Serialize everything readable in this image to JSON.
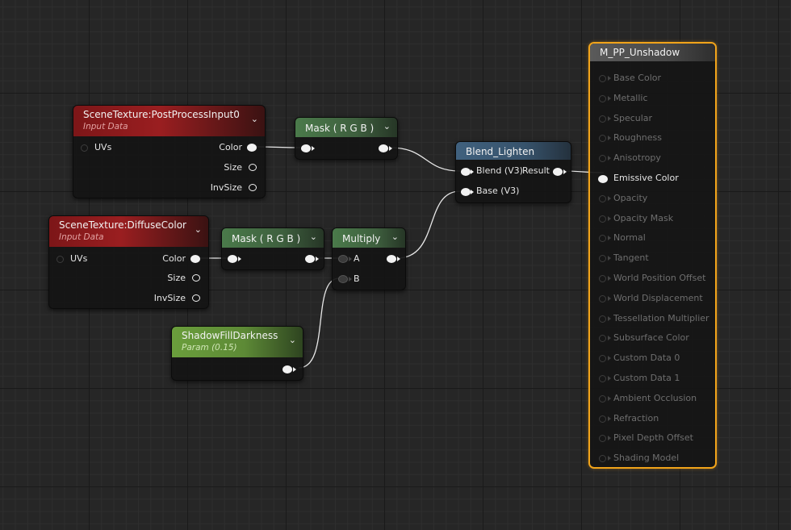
{
  "graph": {
    "nodes": {
      "scene_post": {
        "title": "SceneTexture:PostProcessInput0",
        "subtitle": "Input Data",
        "inputs": [
          "UVs"
        ],
        "outputs": [
          "Color",
          "Size",
          "InvSize"
        ]
      },
      "scene_diffuse": {
        "title": "SceneTexture:DiffuseColor",
        "subtitle": "Input Data",
        "inputs": [
          "UVs"
        ],
        "outputs": [
          "Color",
          "Size",
          "InvSize"
        ]
      },
      "mask_top": {
        "title": "Mask ( R G B )"
      },
      "mask_bottom": {
        "title": "Mask ( R G B )"
      },
      "multiply": {
        "title": "Multiply",
        "inputs": [
          "A",
          "B"
        ]
      },
      "shadow_param": {
        "title": "ShadowFillDarkness",
        "subtitle": "Param (0.15)"
      },
      "blend": {
        "title": "Blend_Lighten",
        "inputs": [
          "Blend (V3)",
          "Base (V3)"
        ],
        "outputs": [
          "Result"
        ]
      }
    },
    "result_node": {
      "title": "M_PP_Unshadow",
      "pins": [
        "Base Color",
        "Metallic",
        "Specular",
        "Roughness",
        "Anisotropy",
        "Emissive Color",
        "Opacity",
        "Opacity Mask",
        "Normal",
        "Tangent",
        "World Position Offset",
        "World Displacement",
        "Tessellation Multiplier",
        "Subsurface Color",
        "Custom Data 0",
        "Custom Data 1",
        "Ambient Occlusion",
        "Refraction",
        "Pixel Depth Offset",
        "Shading Model"
      ],
      "active_pin": "Emissive Color"
    },
    "colors": {
      "scene_texture_header": "#9a1e20",
      "mask_header": "#4a7a4a",
      "param_header": "#6a9e3c",
      "function_header": "#40617e",
      "result_outline": "#f2a41a",
      "wire": "#e8e8e8"
    },
    "icons": {
      "collapse": "chevron-down-icon",
      "pin": "exec-pin-icon"
    }
  }
}
